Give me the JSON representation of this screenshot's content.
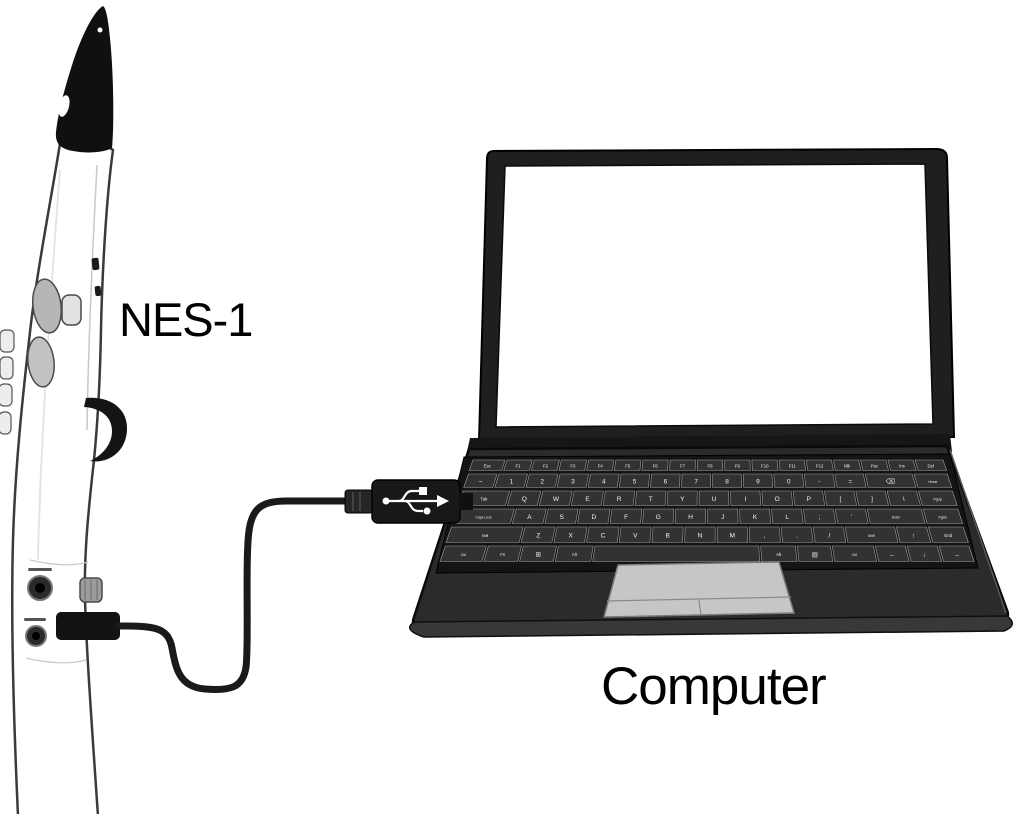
{
  "diagram": {
    "instrument_label": "NES-1",
    "computer_label": "Computer"
  },
  "icons": {
    "usb_symbol": "usb-trident-icon"
  },
  "colors": {
    "outline": "#1a1a1a",
    "instrument_body": "#ffffff",
    "laptop_body": "#2b2b2b",
    "keyboard_panel": "#141414",
    "key_fill": "#323232",
    "key_stroke": "#9f9f9f",
    "key_text": "#f2f2f2",
    "screen": "#ffffff",
    "trackpad": "#c6c6c6",
    "cable": "#1a1a1a"
  },
  "keyboard": {
    "rows": [
      [
        {
          "l": "Esc",
          "w": 1.25
        },
        {
          "l": "F1"
        },
        {
          "l": "F2"
        },
        {
          "l": "F3"
        },
        {
          "l": "F4"
        },
        {
          "l": "F5"
        },
        {
          "l": "F6"
        },
        {
          "l": "F7"
        },
        {
          "l": "F8"
        },
        {
          "l": "F9"
        },
        {
          "l": "F10"
        },
        {
          "l": "F11"
        },
        {
          "l": "F12"
        },
        {
          "l": "Nlk"
        },
        {
          "l": "Psc"
        },
        {
          "l": "Ins"
        },
        {
          "l": "Del",
          "w": 1.1
        }
      ],
      [
        {
          "l": "~"
        },
        {
          "l": "1"
        },
        {
          "l": "2"
        },
        {
          "l": "3"
        },
        {
          "l": "4"
        },
        {
          "l": "5"
        },
        {
          "l": "6"
        },
        {
          "l": "7"
        },
        {
          "l": "8"
        },
        {
          "l": "9"
        },
        {
          "l": "0"
        },
        {
          "l": "-"
        },
        {
          "l": "="
        },
        {
          "l": "⌫",
          "w": 1.6
        },
        {
          "l": "Home",
          "w": 1.15
        }
      ],
      [
        {
          "l": "Tab",
          "w": 1.55
        },
        {
          "l": "Q"
        },
        {
          "l": "W"
        },
        {
          "l": "E"
        },
        {
          "l": "R"
        },
        {
          "l": "T"
        },
        {
          "l": "Y"
        },
        {
          "l": "U"
        },
        {
          "l": "I"
        },
        {
          "l": "O"
        },
        {
          "l": "P"
        },
        {
          "l": "["
        },
        {
          "l": "]"
        },
        {
          "l": "\\"
        },
        {
          "l": "PgUp",
          "w": 1.15
        }
      ],
      [
        {
          "l": "Caps Lock",
          "w": 1.85
        },
        {
          "l": "A"
        },
        {
          "l": "S"
        },
        {
          "l": "D"
        },
        {
          "l": "F"
        },
        {
          "l": "G"
        },
        {
          "l": "H"
        },
        {
          "l": "J"
        },
        {
          "l": "K"
        },
        {
          "l": "L"
        },
        {
          "l": ";"
        },
        {
          "l": "'"
        },
        {
          "l": "Enter",
          "w": 1.75
        },
        {
          "l": "PgDn",
          "w": 1.15
        }
      ],
      [
        {
          "l": "Shift",
          "w": 2.3
        },
        {
          "l": "Z"
        },
        {
          "l": "X"
        },
        {
          "l": "C"
        },
        {
          "l": "V"
        },
        {
          "l": "B"
        },
        {
          "l": "N"
        },
        {
          "l": "M"
        },
        {
          "l": ","
        },
        {
          "l": "."
        },
        {
          "l": "/"
        },
        {
          "l": "Shift",
          "w": 1.6
        },
        {
          "l": "↑"
        },
        {
          "l": "End",
          "w": 1.15
        }
      ],
      [
        {
          "l": "Ctrl",
          "w": 1.35
        },
        {
          "l": "Fn",
          "w": 1.1
        },
        {
          "l": "⊞",
          "w": 1.1
        },
        {
          "l": "Alt",
          "w": 1.15
        },
        {
          "l": "",
          "w": 5.2
        },
        {
          "l": "Alt",
          "w": 1.15
        },
        {
          "l": "▤",
          "w": 1.1
        },
        {
          "l": "Ctrl",
          "w": 1.35
        },
        {
          "l": "←"
        },
        {
          "l": "↓"
        },
        {
          "l": "→"
        }
      ]
    ]
  }
}
